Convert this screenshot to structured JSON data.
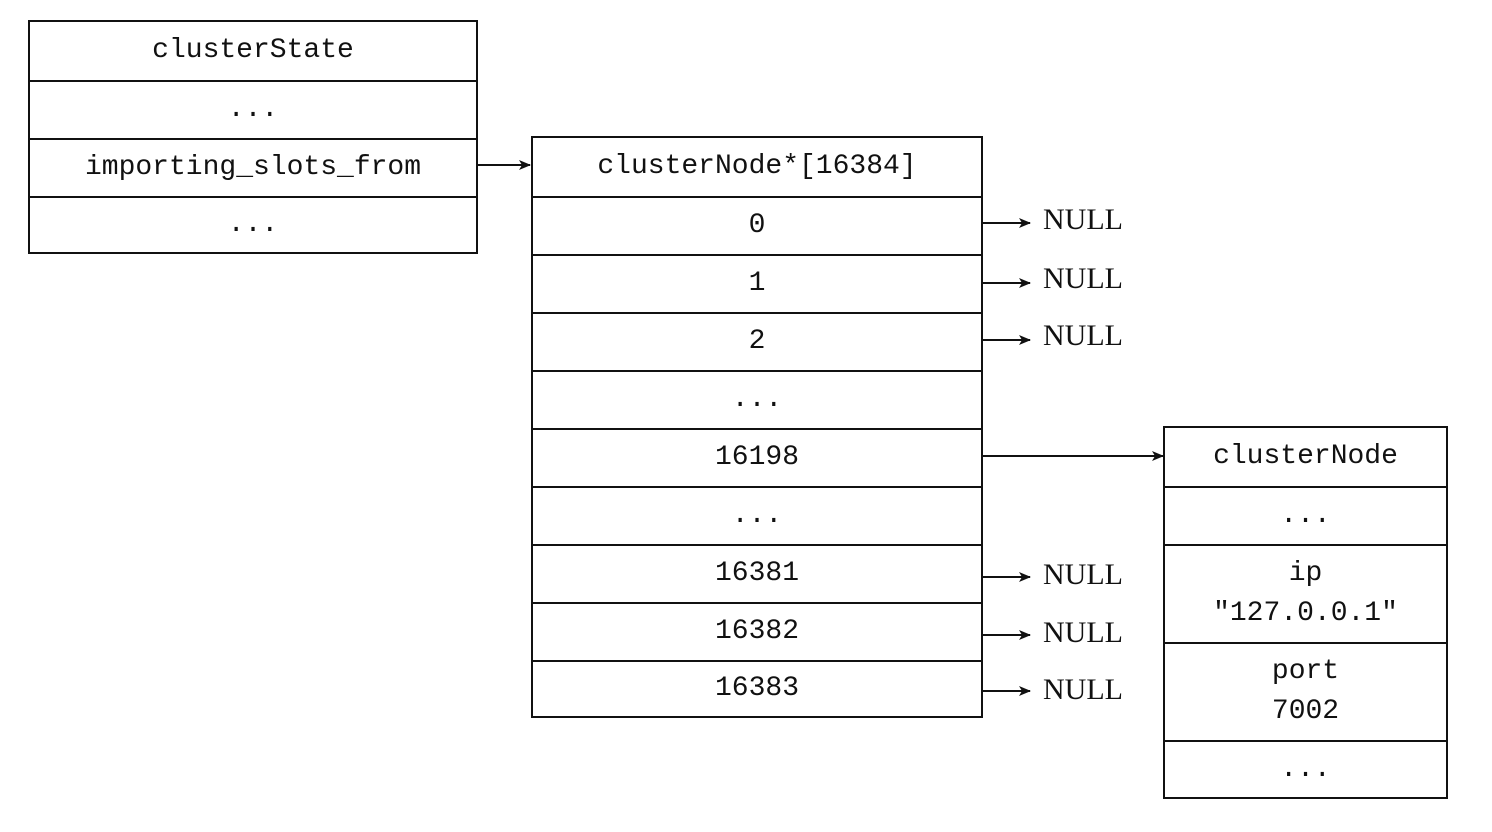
{
  "cluster_state": {
    "title": "clusterState",
    "rows": [
      "...",
      "importing_slots_from",
      "..."
    ]
  },
  "node_array": {
    "title": "clusterNode*[16384]",
    "rows": [
      "0",
      "1",
      "2",
      "...",
      "16198",
      "...",
      "16381",
      "16382",
      "16383"
    ]
  },
  "cluster_node": {
    "title": "clusterNode",
    "rows": [
      {
        "lines": [
          "..."
        ]
      },
      {
        "lines": [
          "ip",
          "\"127.0.0.1\""
        ]
      },
      {
        "lines": [
          "port",
          "7002"
        ]
      },
      {
        "lines": [
          "..."
        ]
      }
    ]
  },
  "null_label": "NULL"
}
